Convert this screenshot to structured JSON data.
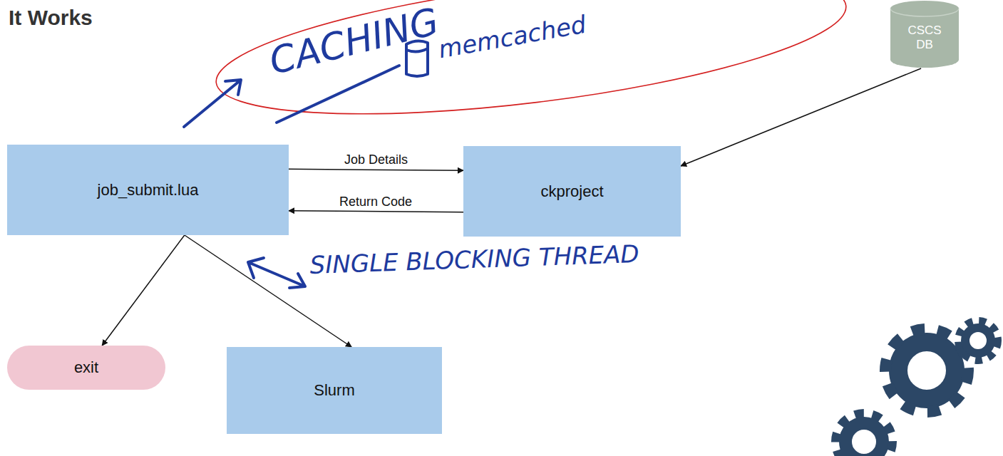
{
  "diagram": {
    "title": "It Works",
    "nodes": [
      {
        "text": [
          "CSCS DB"
        ]
      },
      {
        "text": [
          "job_submit.lua"
        ]
      },
      {
        "text": [
          "ckproject"
        ]
      },
      {
        "text": [
          "exit"
        ]
      },
      {
        "text": [
          "Slurm"
        ]
      }
    ],
    "edges": [
      {
        "from": 0,
        "to": 2,
        "arrow": "to"
      },
      {
        "from": 1,
        "to": 2,
        "label": "Job Details",
        "arrow": "to"
      },
      {
        "from": 2,
        "to": 1,
        "label": "Return Code",
        "arrow": "to"
      },
      {
        "from": 1,
        "to": 3,
        "arrow": "to"
      },
      {
        "from": 1,
        "to": 4,
        "arrow": "to"
      }
    ],
    "labels": [
      "CACHING",
      "memcached",
      "SINGLE BLOCKING THREAD"
    ]
  }
}
